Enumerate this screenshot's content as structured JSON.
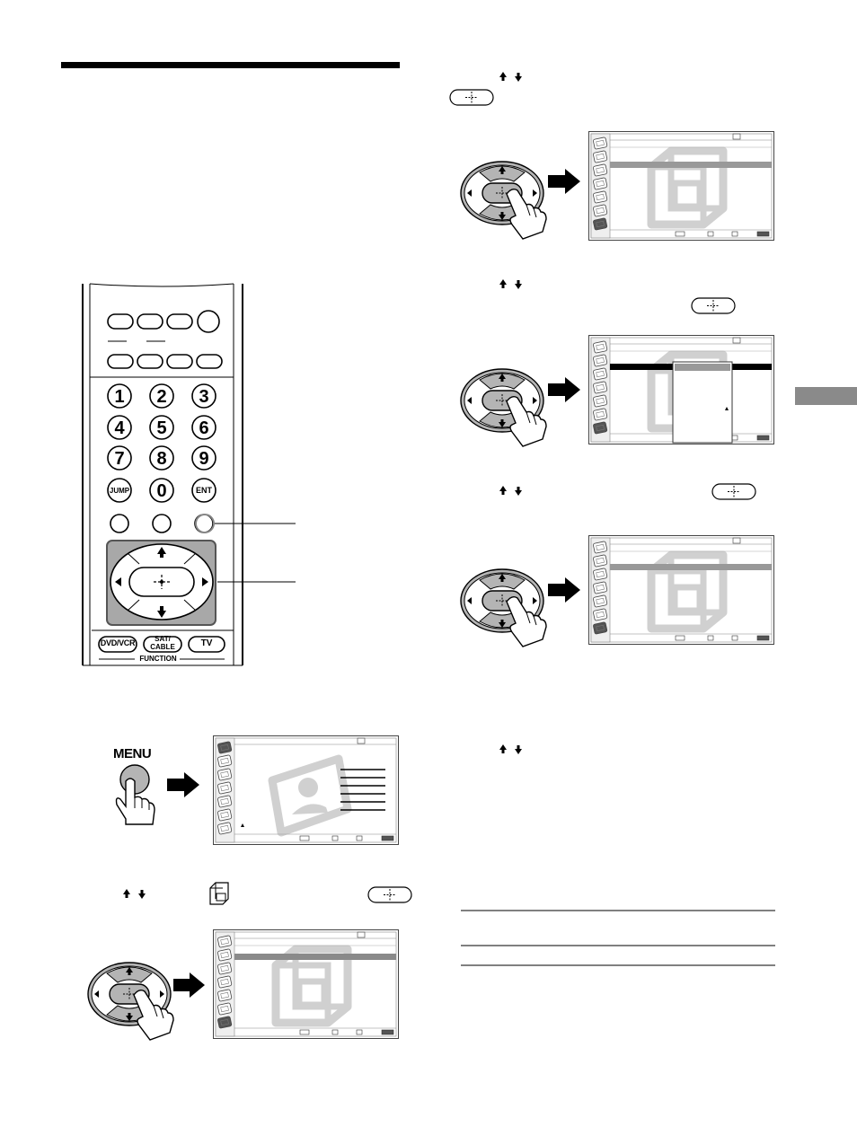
{
  "remote": {
    "digits": [
      "1",
      "2",
      "3",
      "4",
      "5",
      "6",
      "7",
      "8",
      "9",
      "0"
    ],
    "jump_label": "JUMP",
    "ent_label": "ENT",
    "function_buttons": [
      "DVD/VCR",
      "SAT/\nCABLE",
      "TV"
    ],
    "function_label": "FUNCTION"
  },
  "menu_button_label": "MENU",
  "colors": {
    "ink": "#000000",
    "gray_fill": "#b4b4b4",
    "dark_gray": "#5a5a5a",
    "side_tab": "#8a8a8a"
  },
  "icons": [
    "up-arrow-icon",
    "down-arrow-icon",
    "select-button-icon",
    "setup-menu-icon",
    "hand-press-icon",
    "right-arrow-icon"
  ]
}
